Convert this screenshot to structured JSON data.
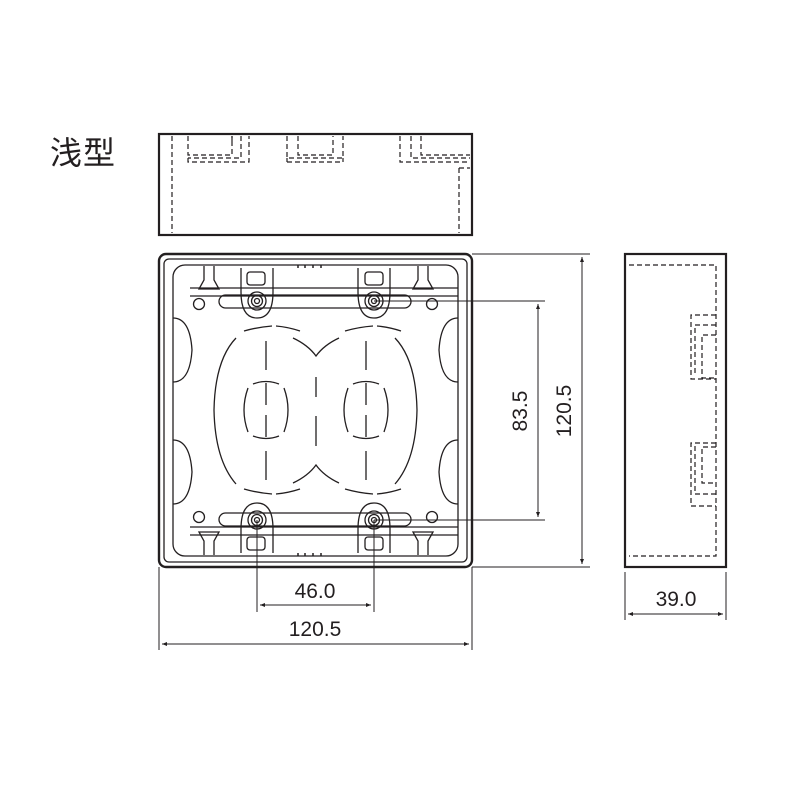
{
  "title": "浅型",
  "views": {
    "top": {
      "label": "top-view"
    },
    "front": {
      "label": "front-view"
    },
    "side": {
      "label": "side-view"
    }
  },
  "dimensions": {
    "screw_pitch_horizontal": "46.0",
    "overall_width": "120.5",
    "screw_pitch_vertical": "83.5",
    "overall_height": "120.5",
    "depth": "39.0"
  },
  "colors": {
    "line": "#231f20",
    "background": "#ffffff"
  }
}
